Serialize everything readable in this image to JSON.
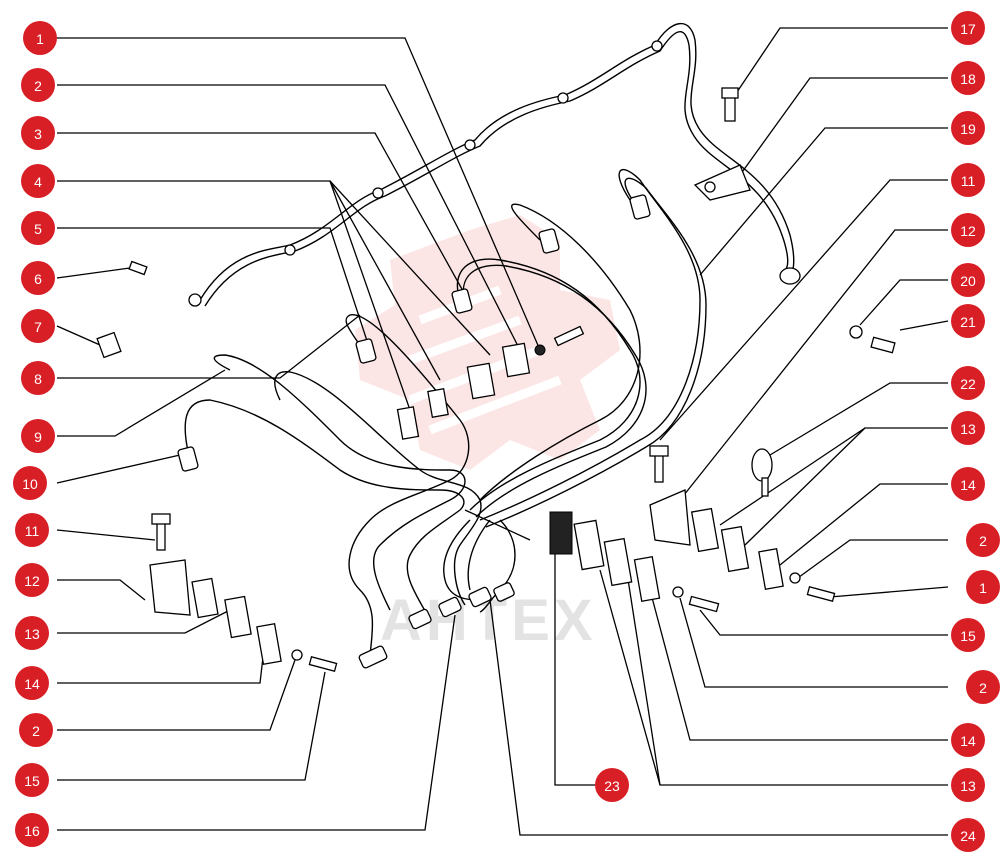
{
  "watermark": {
    "text": "AHTEX"
  },
  "callouts": [
    {
      "label": "1"
    },
    {
      "label": "2"
    },
    {
      "label": "3"
    },
    {
      "label": "4"
    },
    {
      "label": "5"
    },
    {
      "label": "6"
    },
    {
      "label": "7"
    },
    {
      "label": "8"
    },
    {
      "label": "9"
    },
    {
      "label": "10"
    },
    {
      "label": "11"
    },
    {
      "label": "12"
    },
    {
      "label": "13"
    },
    {
      "label": "14"
    },
    {
      "label": "2"
    },
    {
      "label": "15"
    },
    {
      "label": "16"
    },
    {
      "label": "17"
    },
    {
      "label": "18"
    },
    {
      "label": "19"
    },
    {
      "label": "11"
    },
    {
      "label": "12"
    },
    {
      "label": "20"
    },
    {
      "label": "21"
    },
    {
      "label": "22"
    },
    {
      "label": "13"
    },
    {
      "label": "14"
    },
    {
      "label": "2"
    },
    {
      "label": "1"
    },
    {
      "label": "15"
    },
    {
      "label": "2"
    },
    {
      "label": "14"
    },
    {
      "label": "13"
    },
    {
      "label": "23"
    },
    {
      "label": "24"
    }
  ],
  "colors": {
    "callout": "#d91f26",
    "line": "#000000",
    "watermark": "#e53935"
  }
}
